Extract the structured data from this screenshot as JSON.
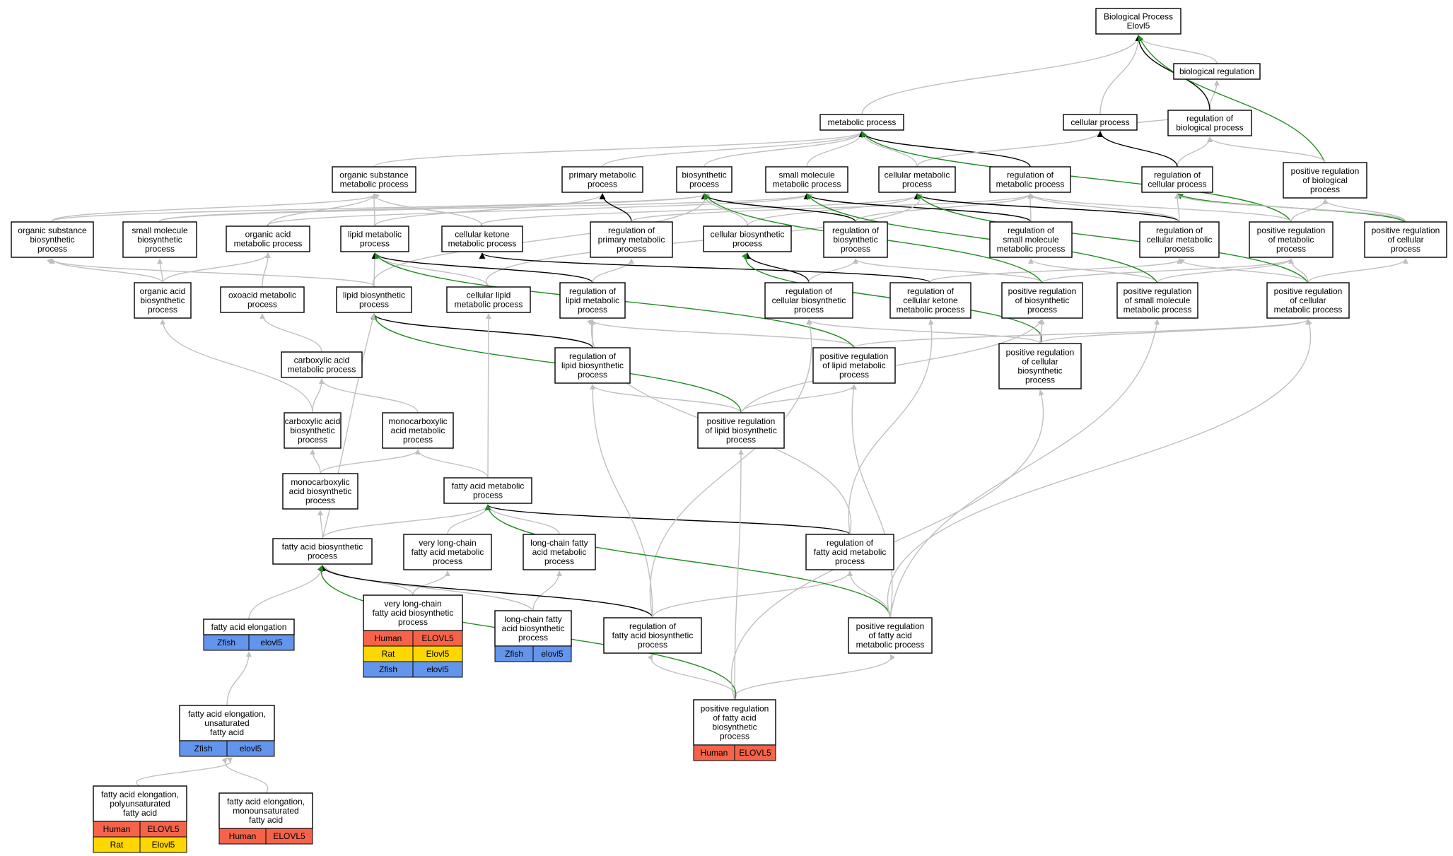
{
  "colors": {
    "edge_is_a": "#c0c0c0",
    "edge_regulates": "#000000",
    "edge_positively_regulates": "#228b22",
    "human": "#f4634a",
    "rat": "#ffd700",
    "zfish": "#6495ed"
  },
  "nodes": [
    {
      "id": "bp",
      "lines": [
        "Biological Process",
        "Elovl5"
      ]
    },
    {
      "id": "breg",
      "lines": [
        "biological regulation"
      ]
    },
    {
      "id": "met",
      "lines": [
        "metabolic process"
      ]
    },
    {
      "id": "cell",
      "lines": [
        "cellular process"
      ]
    },
    {
      "id": "regbio",
      "lines": [
        "regulation of",
        "biological process"
      ]
    },
    {
      "id": "orgsub",
      "lines": [
        "organic substance",
        "metabolic process"
      ]
    },
    {
      "id": "prim",
      "lines": [
        "primary metabolic",
        "process"
      ]
    },
    {
      "id": "biosyn",
      "lines": [
        "biosynthetic",
        "process"
      ]
    },
    {
      "id": "smm",
      "lines": [
        "small molecule",
        "metabolic process"
      ]
    },
    {
      "id": "cellmet",
      "lines": [
        "cellular metabolic",
        "process"
      ]
    },
    {
      "id": "regmet",
      "lines": [
        "regulation of",
        "metabolic process"
      ]
    },
    {
      "id": "regcell",
      "lines": [
        "regulation of",
        "cellular process"
      ]
    },
    {
      "id": "posregbio",
      "lines": [
        "positive regulation",
        "of biological",
        "process"
      ]
    },
    {
      "id": "orgsubbio",
      "lines": [
        "organic substance",
        "biosynthetic",
        "process"
      ]
    },
    {
      "id": "smbio",
      "lines": [
        "small molecule",
        "biosynthetic",
        "process"
      ]
    },
    {
      "id": "orgacid",
      "lines": [
        "organic acid",
        "metabolic process"
      ]
    },
    {
      "id": "lipmet",
      "lines": [
        "lipid metabolic",
        "process"
      ]
    },
    {
      "id": "cellket",
      "lines": [
        "cellular ketone",
        "metabolic process"
      ]
    },
    {
      "id": "regprim",
      "lines": [
        "regulation of",
        "primary metabolic",
        "process"
      ]
    },
    {
      "id": "cellbio",
      "lines": [
        "cellular biosynthetic",
        "process"
      ]
    },
    {
      "id": "regbiosyn",
      "lines": [
        "regulation of",
        "biosynthetic",
        "process"
      ]
    },
    {
      "id": "regsmm",
      "lines": [
        "regulation of",
        "small molecule",
        "metabolic process"
      ]
    },
    {
      "id": "regcellmet",
      "lines": [
        "regulation of",
        "cellular metabolic",
        "process"
      ]
    },
    {
      "id": "posregmet",
      "lines": [
        "positive regulation",
        "of metabolic",
        "process"
      ]
    },
    {
      "id": "posregcell",
      "lines": [
        "positive regulation",
        "of cellular",
        "process"
      ]
    },
    {
      "id": "orgacidbio",
      "lines": [
        "organic acid",
        "biosynthetic",
        "process"
      ]
    },
    {
      "id": "oxo",
      "lines": [
        "oxoacid metabolic",
        "process"
      ]
    },
    {
      "id": "lipbio",
      "lines": [
        "lipid biosynthetic",
        "process"
      ]
    },
    {
      "id": "celllip",
      "lines": [
        "cellular lipid",
        "metabolic process"
      ]
    },
    {
      "id": "reglipmet",
      "lines": [
        "regulation of",
        "lipid metabolic",
        "process"
      ]
    },
    {
      "id": "regcellbio",
      "lines": [
        "regulation of",
        "cellular biosynthetic",
        "process"
      ]
    },
    {
      "id": "regcellket",
      "lines": [
        "regulation of",
        "cellular ketone",
        "metabolic process"
      ]
    },
    {
      "id": "posregbiosyn",
      "lines": [
        "positive regulation",
        "of biosynthetic",
        "process"
      ]
    },
    {
      "id": "posregsmm",
      "lines": [
        "positive regulation",
        "of small molecule",
        "metabolic process"
      ]
    },
    {
      "id": "posregcellmet",
      "lines": [
        "positive regulation",
        "of cellular",
        "metabolic process"
      ]
    },
    {
      "id": "carbmet",
      "lines": [
        "carboxylic acid",
        "metabolic process"
      ]
    },
    {
      "id": "reglipbio",
      "lines": [
        "regulation of",
        "lipid biosynthetic",
        "process"
      ]
    },
    {
      "id": "posreglipmet",
      "lines": [
        "positive regulation",
        "of lipid metabolic",
        "process"
      ]
    },
    {
      "id": "posregcellbio",
      "lines": [
        "positive regulation",
        "of cellular",
        "biosynthetic",
        "process"
      ]
    },
    {
      "id": "carbbio",
      "lines": [
        "carboxylic acid",
        "biosynthetic",
        "process"
      ]
    },
    {
      "id": "monomet",
      "lines": [
        "monocarboxylic",
        "acid metabolic",
        "process"
      ]
    },
    {
      "id": "posreglipbio",
      "lines": [
        "positive regulation",
        "of lipid biosynthetic",
        "process"
      ]
    },
    {
      "id": "monobio",
      "lines": [
        "monocarboxylic",
        "acid biosynthetic",
        "process"
      ]
    },
    {
      "id": "famet",
      "lines": [
        "fatty acid metabolic",
        "process"
      ]
    },
    {
      "id": "fabio",
      "lines": [
        "fatty acid biosynthetic",
        "process"
      ]
    },
    {
      "id": "vlcfamet",
      "lines": [
        "very long-chain",
        "fatty acid metabolic",
        "process"
      ]
    },
    {
      "id": "lcfamet",
      "lines": [
        "long-chain fatty",
        "acid metabolic",
        "process"
      ]
    },
    {
      "id": "regfamet",
      "lines": [
        "regulation of",
        "fatty acid metabolic",
        "process"
      ]
    },
    {
      "id": "faelong",
      "lines": [
        "fatty acid elongation"
      ],
      "genes": [
        [
          "Zfish",
          "elovl5"
        ]
      ]
    },
    {
      "id": "vlcfabio",
      "lines": [
        "very long-chain",
        "fatty acid biosynthetic",
        "process"
      ],
      "genes": [
        [
          "Human",
          "ELOVL5"
        ],
        [
          "Rat",
          "Elovl5"
        ],
        [
          "Zfish",
          "elovl5"
        ]
      ]
    },
    {
      "id": "lcfabio",
      "lines": [
        "long-chain fatty",
        "acid biosynthetic",
        "process"
      ],
      "genes": [
        [
          "Zfish",
          "elovl5"
        ]
      ]
    },
    {
      "id": "regfabio",
      "lines": [
        "regulation of",
        "fatty acid biosynthetic",
        "process"
      ]
    },
    {
      "id": "posregfamet",
      "lines": [
        "positive regulation",
        "of fatty acid",
        "metabolic process"
      ]
    },
    {
      "id": "faelongunsat",
      "lines": [
        "fatty acid elongation,",
        "unsaturated",
        "fatty acid"
      ],
      "genes": [
        [
          "Zfish",
          "elovl5"
        ]
      ]
    },
    {
      "id": "posregfabio",
      "lines": [
        "positive regulation",
        "of fatty acid",
        "biosynthetic",
        "process"
      ],
      "genes": [
        [
          "Human",
          "ELOVL5"
        ]
      ]
    },
    {
      "id": "faelongpoly",
      "lines": [
        "fatty acid elongation,",
        "polyunsaturated",
        "fatty acid"
      ],
      "genes": [
        [
          "Human",
          "ELOVL5"
        ],
        [
          "Rat",
          "Elovl5"
        ]
      ]
    },
    {
      "id": "faelongmono",
      "lines": [
        "fatty acid elongation,",
        "monounsaturated",
        "fatty acid"
      ],
      "genes": [
        [
          "Human",
          "ELOVL5"
        ]
      ]
    }
  ]
}
